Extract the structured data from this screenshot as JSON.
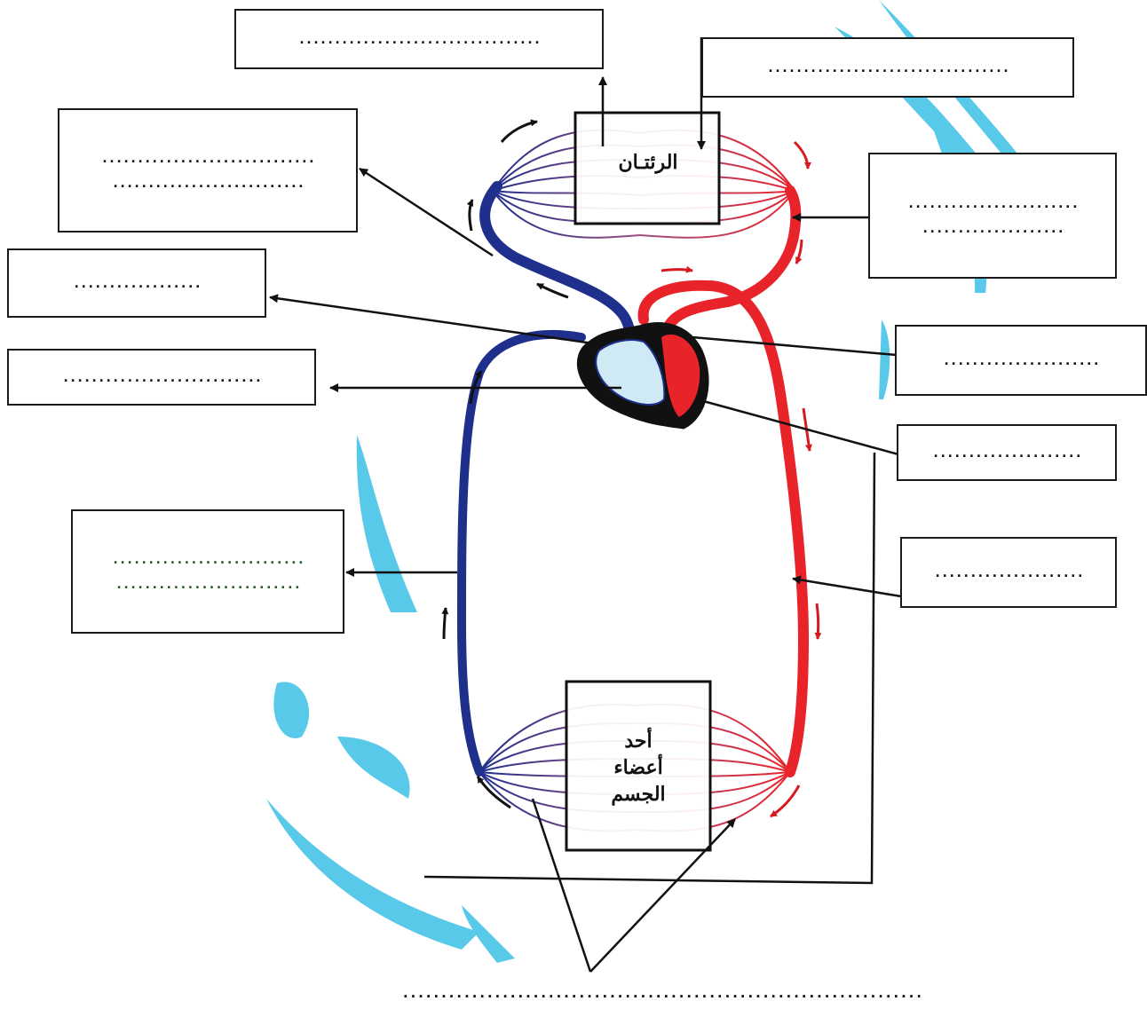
{
  "organs": {
    "lungs": "الرئتـان",
    "body_organ": [
      "أحد",
      "أعضاء",
      "الجسم"
    ]
  },
  "answer_boxes": [
    {
      "id": "top-left-box",
      "lines": [
        ".................................."
      ]
    },
    {
      "id": "top-right-box",
      "lines": [
        ".................................."
      ]
    },
    {
      "id": "left-upper-box",
      "lines": [
        "..............................",
        "..........................."
      ]
    },
    {
      "id": "right-upper-box",
      "lines": [
        "........................",
        "...................."
      ]
    },
    {
      "id": "left-mid-box",
      "lines": [
        ".................."
      ]
    },
    {
      "id": "left-mid2-box",
      "lines": [
        "............................"
      ]
    },
    {
      "id": "right-mid-box",
      "lines": [
        "......................"
      ]
    },
    {
      "id": "right-mid2-box",
      "lines": [
        "....................."
      ]
    },
    {
      "id": "left-lower-box",
      "lines": [
        "...........................",
        ".........................."
      ]
    },
    {
      "id": "right-lower-box",
      "lines": [
        "....................."
      ]
    }
  ],
  "bottom_answer": "....................................................................",
  "colors": {
    "oxygenated": "#e8232a",
    "deoxygenated": "#1f2f8c",
    "heart_outline": "#1a1a1a",
    "watermark": "#3cc0e6"
  }
}
